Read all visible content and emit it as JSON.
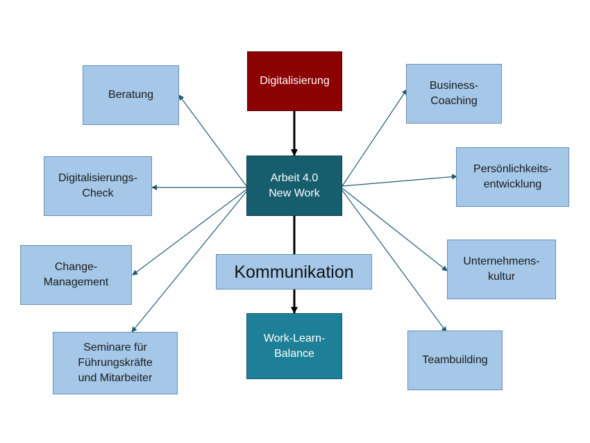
{
  "nodes": {
    "digitalisierung": {
      "lines": [
        "Digitalisierung"
      ],
      "color": "#8b0000"
    },
    "arbeit": {
      "lines": [
        "Arbeit 4.0",
        "New Work"
      ],
      "color": "#165e6e"
    },
    "kommunikation": {
      "lines": [
        "Kommunikation"
      ],
      "color": "#a5c8e8"
    },
    "work_learn": {
      "lines": [
        "Work-Learn-",
        "Balance"
      ],
      "color": "#1d8098"
    },
    "beratung": {
      "lines": [
        "Beratung"
      ]
    },
    "digi_check": {
      "lines": [
        "Digitalisierungs-",
        "Check"
      ]
    },
    "change": {
      "lines": [
        "Change-",
        "Management"
      ]
    },
    "seminare": {
      "lines": [
        "Seminare für",
        "Führungskräfte",
        "und Mitarbeiter"
      ]
    },
    "coaching": {
      "lines": [
        "Business-",
        "Coaching"
      ]
    },
    "persoenlichkeit": {
      "lines": [
        "Persönlichkeits-",
        "entwicklung"
      ]
    },
    "kultur": {
      "lines": [
        "Unternehmens-",
        "kultur"
      ]
    },
    "teambuilding": {
      "lines": [
        "Teambuilding"
      ]
    }
  }
}
